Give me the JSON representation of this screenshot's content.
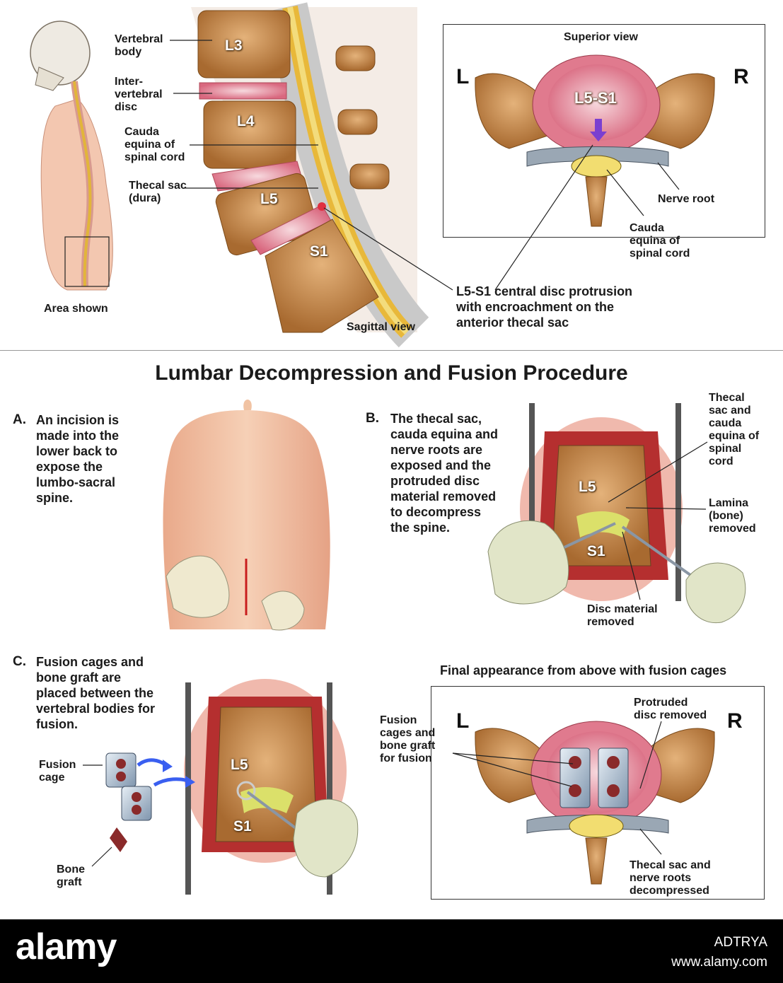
{
  "top": {
    "area_caption": "Area shown",
    "sagittal": {
      "caption": "Sagittal view",
      "labels": {
        "vertebral_body": "Vertebral\nbody",
        "disc": "Inter-\nvertebral\ndisc",
        "cauda": "Cauda\nequina of\nspinal cord",
        "thecal": "Thecal sac\n(dura)"
      },
      "vertebrae": [
        "L3",
        "L4",
        "L5",
        "S1"
      ]
    },
    "superior": {
      "caption": "Superior view",
      "left": "L",
      "right": "R",
      "disc_label": "L5-S1",
      "nerve_root": "Nerve root",
      "cauda": "Cauda\nequina of\nspinal cord"
    },
    "protrusion_note": "L5-S1 central disc protrusion\nwith encroachment on the\nanterior thecal sac"
  },
  "procedure": {
    "title": "Lumbar Decompression and Fusion Procedure",
    "step_a": {
      "letter": "A.",
      "text": "An incision is\nmade into the\nlower back to\nexpose the\nlumbo-sacral\nspine."
    },
    "step_b": {
      "letter": "B.",
      "text": "The thecal sac,\ncauda equina and\nnerve roots are\nexposed and the\nprotruded disc\nmaterial removed\nto decompress\nthe spine.",
      "label_thecal": "Thecal\nsac and\ncauda\nequina of\nspinal\ncord",
      "label_lamina": "Lamina\n(bone)\nremoved",
      "label_disc": "Disc material\nremoved",
      "vertebrae": [
        "L5",
        "S1"
      ]
    },
    "step_c": {
      "letter": "C.",
      "text": "Fusion cages and\nbone graft are\nplaced between the\nvertebral bodies for\nfusion.",
      "label_cage": "Fusion\ncage",
      "label_graft": "Bone\ngraft",
      "vertebrae": [
        "L5",
        "S1"
      ]
    },
    "final": {
      "caption": "Final appearance from above with fusion cages",
      "left": "L",
      "right": "R",
      "label_cages": "Fusion\ncages and\nbone graft\nfor fusion",
      "label_protruded": "Protruded\ndisc removed",
      "label_decompressed": "Thecal sac and\nnerve roots\ndecompressed"
    }
  },
  "footer": {
    "logo": "alamy",
    "image_id": "ADTRYA",
    "url": "www.alamy.com"
  },
  "colors": {
    "bone": "#c98a4a",
    "bone_dark": "#8a5a28",
    "disc": "#e07a8e",
    "disc_light": "#f3c4cc",
    "skin": "#f1c3a3",
    "cord": "#e8b83a",
    "tissue": "#a82a2a",
    "metal": "#9fb3c8",
    "arrow": "#3a5ff0"
  }
}
